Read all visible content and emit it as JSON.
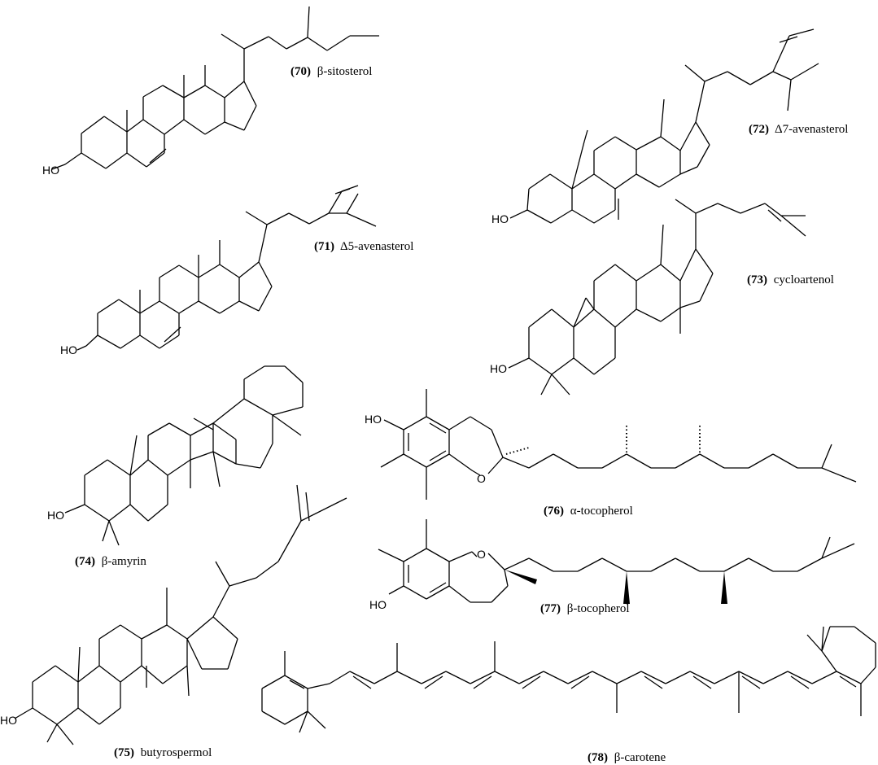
{
  "compounds": [
    {
      "number": "(70)",
      "name": "β-sitosterol"
    },
    {
      "number": "(71)",
      "name": "Δ5-avenasterol"
    },
    {
      "number": "(72)",
      "name": "Δ7-avenasterol"
    },
    {
      "number": "(73)",
      "name": "cycloartenol"
    },
    {
      "number": "(74)",
      "name": "β-amyrin"
    },
    {
      "number": "(75)",
      "name": "butyrospermol"
    },
    {
      "number": "(76)",
      "name": "α-tocopherol"
    },
    {
      "number": "(77)",
      "name": "β-tocopherol"
    },
    {
      "number": "(78)",
      "name": "β-carotene"
    }
  ],
  "atom_labels": {
    "hydroxyl": "HO",
    "oxygen": "O"
  }
}
